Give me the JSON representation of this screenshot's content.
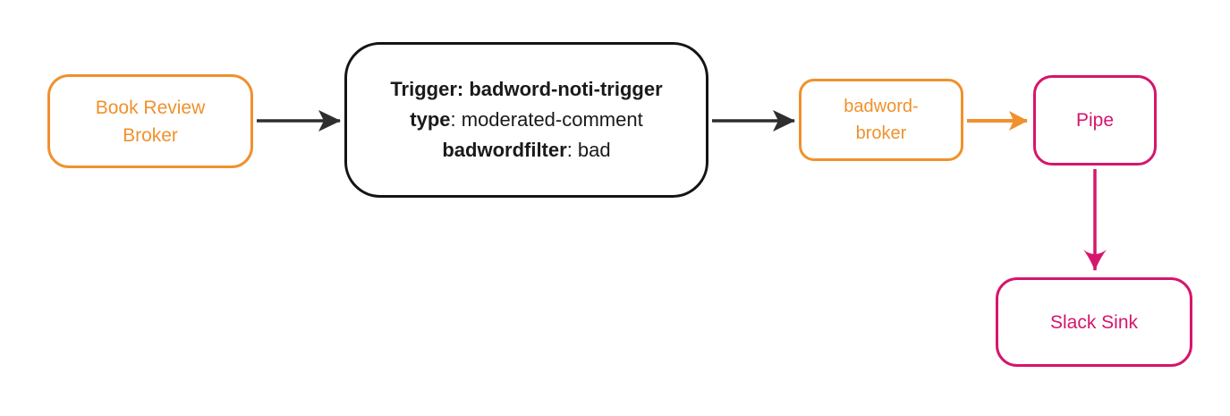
{
  "diagram": {
    "type": "flow-diagram",
    "nodes": {
      "book_review_broker": {
        "label": "Book Review Broker",
        "role": "broker",
        "color_key": "orange"
      },
      "trigger_filter": {
        "line1_bold": "Trigger: badword-noti-trigger",
        "line2_bold": "type",
        "line2_rest": ": moderated-comment",
        "line3_bold": "badwordfilter",
        "line3_rest": ": bad",
        "role": "trigger",
        "color_key": "black"
      },
      "badword_broker": {
        "label": "badword-broker",
        "role": "broker",
        "color_key": "orange"
      },
      "pipe": {
        "label": "Pipe",
        "role": "pipe",
        "color_key": "pink"
      },
      "slack_sink": {
        "label": "Slack Sink",
        "role": "sink",
        "color_key": "pink"
      }
    },
    "edges": [
      {
        "from": "book_review_broker",
        "to": "trigger_filter",
        "color_key": "arrow_black"
      },
      {
        "from": "trigger_filter",
        "to": "badword_broker",
        "color_key": "arrow_black"
      },
      {
        "from": "badword_broker",
        "to": "pipe",
        "color_key": "orange"
      },
      {
        "from": "pipe",
        "to": "slack_sink",
        "color_key": "pink"
      }
    ],
    "colors": {
      "orange": "#F0912D",
      "pink": "#D6156C",
      "arrow_black": "#2E2E2E",
      "border_black": "#141414",
      "text_black": "#1A1A1A",
      "background": "#FFFFFF"
    }
  }
}
